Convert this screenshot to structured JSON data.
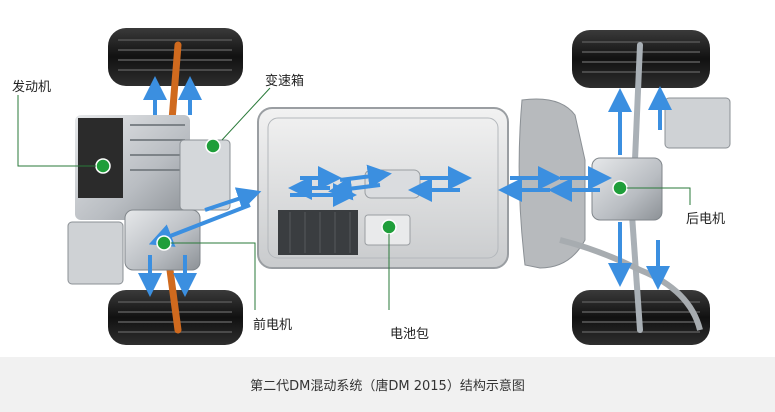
{
  "labels": {
    "engine": "发动机",
    "gearbox": "变速箱",
    "rear_motor": "后电机",
    "front_motor": "前电机",
    "battery_pack": "电池包"
  },
  "caption": "第二代DM混动系统（唐DM 2015）结构示意图",
  "colors": {
    "marker_green": "#1f9e3a",
    "flow_arrow_blue": "#3b8fe0",
    "leader_line_green": "#2a7a3a",
    "caption_background": "#f1f1f1"
  }
}
